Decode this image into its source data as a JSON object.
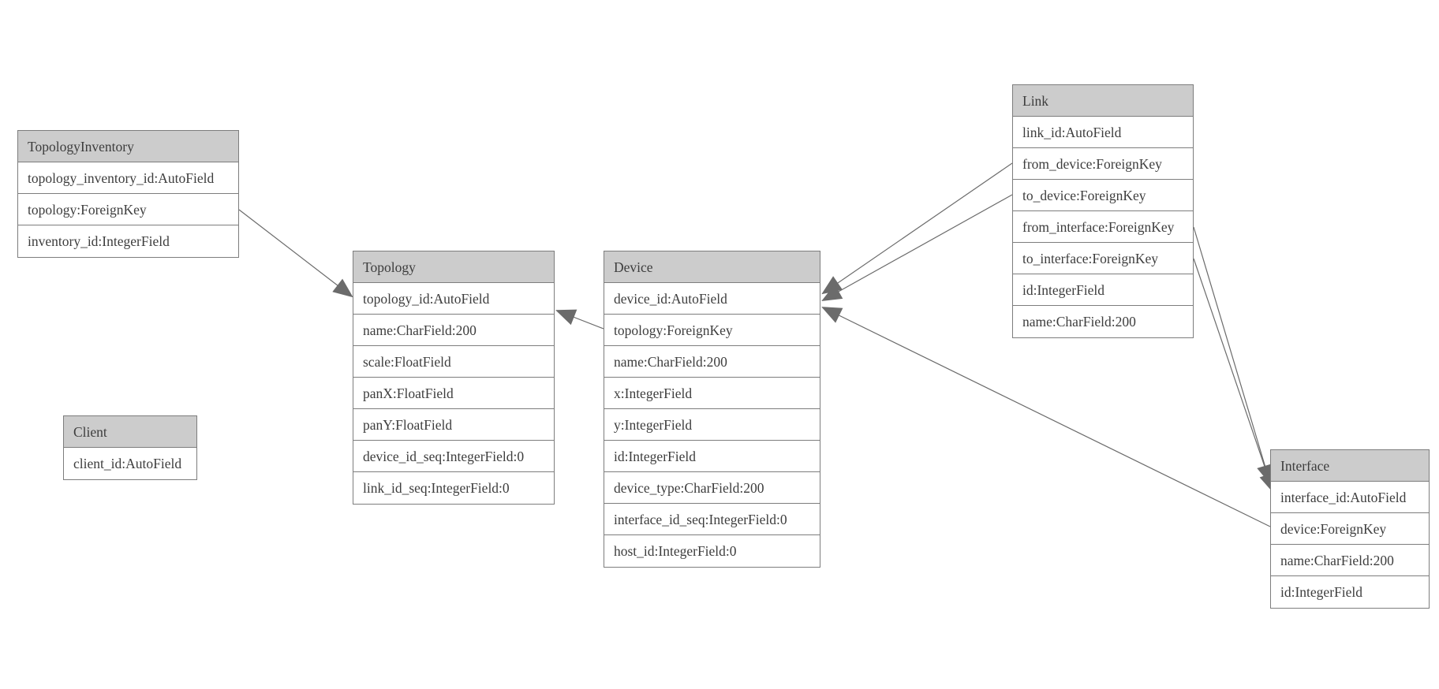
{
  "diagram": {
    "entities": [
      {
        "name": "TopologyInventory",
        "fields": [
          "topology_inventory_id:AutoField",
          "topology:ForeignKey",
          "inventory_id:IntegerField"
        ]
      },
      {
        "name": "Topology",
        "fields": [
          "topology_id:AutoField",
          "name:CharField:200",
          "scale:FloatField",
          "panX:FloatField",
          "panY:FloatField",
          "device_id_seq:IntegerField:0",
          "link_id_seq:IntegerField:0"
        ]
      },
      {
        "name": "Client",
        "fields": [
          "client_id:AutoField"
        ]
      },
      {
        "name": "Device",
        "fields": [
          "device_id:AutoField",
          "topology:ForeignKey",
          "name:CharField:200",
          "x:IntegerField",
          "y:IntegerField",
          "id:IntegerField",
          "device_type:CharField:200",
          "interface_id_seq:IntegerField:0",
          "host_id:IntegerField:0"
        ]
      },
      {
        "name": "Link",
        "fields": [
          "link_id:AutoField",
          "from_device:ForeignKey",
          "to_device:ForeignKey",
          "from_interface:ForeignKey",
          "to_interface:ForeignKey",
          "id:IntegerField",
          "name:CharField:200"
        ]
      },
      {
        "name": "Interface",
        "fields": [
          "interface_id:AutoField",
          "device:ForeignKey",
          "name:CharField:200",
          "id:IntegerField"
        ]
      }
    ],
    "relationships": [
      {
        "from": "TopologyInventory.topology",
        "to": "Topology.topology_id"
      },
      {
        "from": "Device.topology",
        "to": "Topology.topology_id"
      },
      {
        "from": "Link.from_device",
        "to": "Device.device_id"
      },
      {
        "from": "Link.to_device",
        "to": "Device.device_id"
      },
      {
        "from": "Interface.device",
        "to": "Device.device_id"
      },
      {
        "from": "Link.from_interface",
        "to": "Interface.interface_id"
      },
      {
        "from": "Link.to_interface",
        "to": "Interface.interface_id"
      }
    ],
    "colors": {
      "header_fill": "#cccccc",
      "border": "#7d7d7d",
      "text": "#3d3d3d",
      "edge": "#6b6b6b",
      "background": "#ffffff"
    }
  }
}
